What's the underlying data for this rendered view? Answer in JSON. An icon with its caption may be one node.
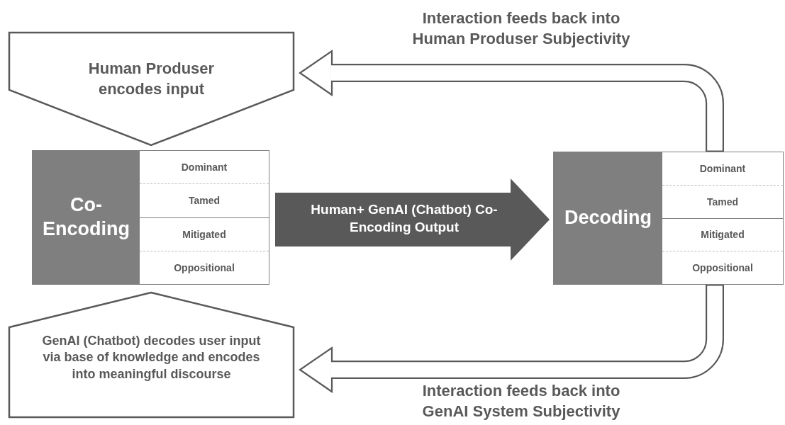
{
  "diagram": {
    "nodes": [
      {
        "text": [
          "Human Produser encodes input"
        ]
      },
      {
        "text": [
          "Co-Encoding"
        ]
      },
      {
        "text": [
          "Dominant"
        ],
        "in": 1
      },
      {
        "text": [
          "Tamed"
        ],
        "in": 1
      },
      {
        "text": [
          "Mitigated"
        ],
        "in": 1
      },
      {
        "text": [
          "Oppositional"
        ],
        "in": 1
      },
      {
        "text": [
          "GenAI (Chatbot) decodes user input via base of knowledge and encodes into meaningful discourse"
        ]
      },
      {
        "text": [
          "Decoding"
        ]
      },
      {
        "text": [
          "Dominant"
        ],
        "in": 7
      },
      {
        "text": [
          "Tamed"
        ],
        "in": 7
      },
      {
        "text": [
          "Mitigated"
        ],
        "in": 7
      },
      {
        "text": [
          "Oppositional"
        ],
        "in": 7
      }
    ],
    "edges": [
      {
        "from": 1,
        "to": 7,
        "arrow": "to",
        "label": "Human+ GenAI (Chatbot) Co-Encoding Output",
        "style": "thick",
        "color": "#595959"
      },
      {
        "from": 7,
        "to": 0,
        "arrow": "to",
        "label": "Interaction feeds back into Human Produser Subjectivity"
      },
      {
        "from": 7,
        "to": 6,
        "arrow": "to",
        "label": "Interaction feeds back into GenAI System Subjectivity"
      }
    ]
  }
}
